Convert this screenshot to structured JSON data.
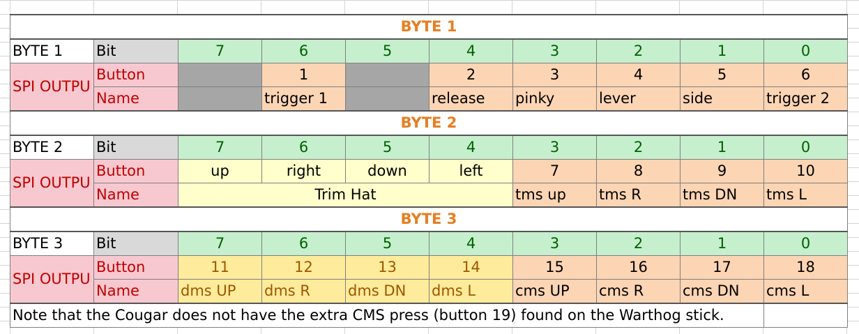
{
  "bytes": [
    {
      "title": "BYTE 1",
      "row_label": "BYTE 1",
      "bit_label": "Bit",
      "spi_label": "SPI OUTPU",
      "button_label": "Button",
      "name_label": "Name",
      "bits": [
        "7",
        "6",
        "5",
        "4",
        "3",
        "2",
        "1",
        "0"
      ],
      "buttons": [
        "",
        "1",
        "",
        "2",
        "3",
        "4",
        "5",
        "6"
      ],
      "names": [
        "",
        "trigger 1",
        "",
        "release",
        "pinky",
        "lever",
        "side",
        "trigger 2"
      ]
    },
    {
      "title": "BYTE 2",
      "row_label": "BYTE 2",
      "bit_label": "Bit",
      "spi_label": "SPI OUTPU",
      "button_label": "Button",
      "name_label": "Name",
      "bits": [
        "7",
        "6",
        "5",
        "4",
        "3",
        "2",
        "1",
        "0"
      ],
      "buttons": [
        "up",
        "right",
        "down",
        "left",
        "7",
        "8",
        "9",
        "10"
      ],
      "merged_name": "Trim Hat",
      "names": [
        "tms up",
        "tms R",
        "tms DN",
        "tms L"
      ]
    },
    {
      "title": "BYTE 3",
      "row_label": "BYTE 3",
      "bit_label": "Bit",
      "spi_label": "SPI OUTPU",
      "button_label": "Button",
      "name_label": "Name",
      "bits": [
        "7",
        "6",
        "5",
        "4",
        "3",
        "2",
        "1",
        "0"
      ],
      "buttons": [
        "11",
        "12",
        "13",
        "14",
        "15",
        "16",
        "17",
        "18"
      ],
      "names": [
        "dms UP",
        "dms R",
        "dms DN",
        "dms L",
        "cms UP",
        "cms R",
        "cms DN",
        "cms L"
      ]
    }
  ],
  "note": "Note that the Cougar does not have the extra CMS press (button 19) found on the Warthog stick.",
  "colors": {
    "title_orange": "#e67e22",
    "bit_green_bg": "#c6efce",
    "button_orange_bg": "#fcd5b4",
    "label_pink_bg": "#f8c8d0",
    "disabled_gray_bg": "#a6a6a6",
    "trim_yellow_bg": "#ffffcc",
    "dms_yellow_bg": "#ffeb9c"
  }
}
